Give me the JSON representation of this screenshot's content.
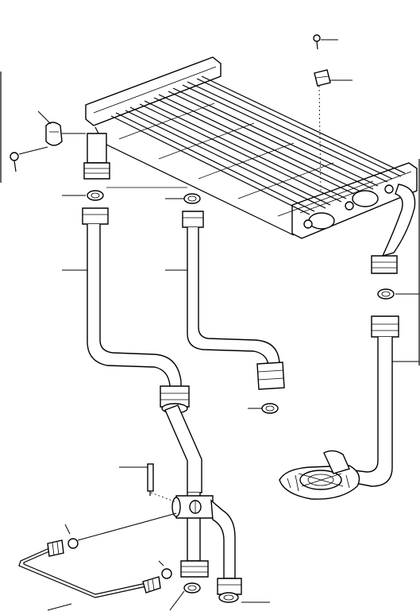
{
  "diagram": {
    "background": "#ffffff",
    "line_color": "#000000",
    "parts": [
      "heat-exchanger",
      "left-clip",
      "left-screw",
      "right-screw",
      "right-clip",
      "left-seal",
      "middle-seal",
      "right-seal",
      "left-flow-pipe",
      "middle-return-pipe",
      "right-outlet-pipe",
      "cross-fitting-pin",
      "pump-body",
      "bypass-pipe",
      "bottom-seal",
      "bottom-right-nut"
    ]
  }
}
